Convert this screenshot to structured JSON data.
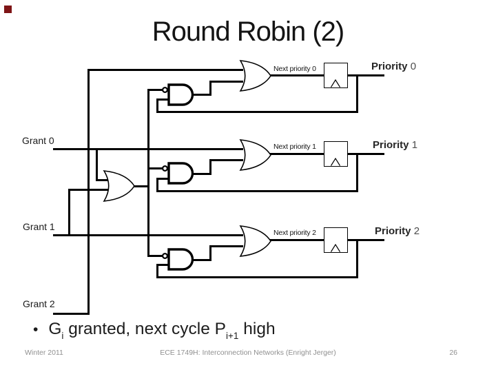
{
  "slide": {
    "title": "Round Robin (2)",
    "accent_color": "#7e1416",
    "bullet": {
      "marker": "•",
      "seg1": "G",
      "sub1": "i",
      "seg2": " granted, next cycle P",
      "sub2": "i+1",
      "seg3": " high"
    },
    "footer": {
      "left": "Winter 2011",
      "center": "ECE 1749H: Interconnection Networks (Enright Jerger)",
      "page": "26"
    }
  },
  "diagram": {
    "wire_color": "#000000",
    "grants": [
      {
        "label": "Grant 0"
      },
      {
        "label": "Grant 1"
      },
      {
        "label": "Grant 2"
      }
    ],
    "rows": [
      {
        "next_label": "Next priority 0",
        "priority_word": "Priority",
        "priority_num": "0"
      },
      {
        "next_label": "Next priority 1",
        "priority_word": "Priority",
        "priority_num": "1"
      },
      {
        "next_label": "Next priority 2",
        "priority_word": "Priority",
        "priority_num": "2"
      }
    ]
  }
}
